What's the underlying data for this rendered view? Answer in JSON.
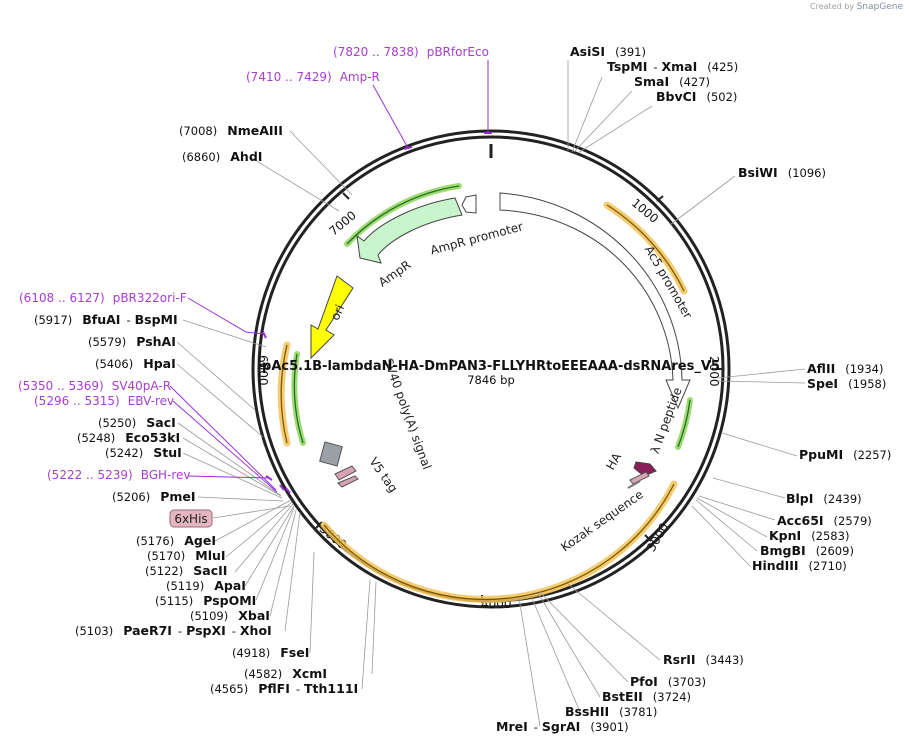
{
  "credit": {
    "prefix": "Created by",
    "brand": "SnapGene"
  },
  "plasmid": {
    "name": "pAc5.1B-lambdaN-HA-DmPAN3-FLLYHRtoEEEAAA-dsRNAres_V5",
    "length": "7846 bp"
  },
  "ticks": [
    "1000",
    "2000",
    "3000",
    "4000",
    "5000",
    "6000",
    "7000"
  ],
  "enzymes": [
    {
      "name": "AsiSI",
      "pos": "(391)"
    },
    {
      "name": "TspMI",
      "sep": "-",
      "name2": "XmaI",
      "pos": "(425)"
    },
    {
      "name": "SmaI",
      "pos": "(427)"
    },
    {
      "name": "BbvCI",
      "pos": "(502)"
    },
    {
      "name": "BsiWI",
      "pos": "(1096)"
    },
    {
      "name": "AflII",
      "pos": "(1934)"
    },
    {
      "name": "SpeI",
      "pos": "(1958)"
    },
    {
      "name": "PpuMI",
      "pos": "(2257)"
    },
    {
      "name": "BlpI",
      "pos": "(2439)"
    },
    {
      "name": "Acc65I",
      "pos": "(2579)"
    },
    {
      "name": "KpnI",
      "pos": "(2583)"
    },
    {
      "name": "BmgBI",
      "pos": "(2609)"
    },
    {
      "name": "HindIII",
      "pos": "(2710)"
    },
    {
      "name": "RsrII",
      "pos": "(3443)"
    },
    {
      "name": "PfoI",
      "pos": "(3703)"
    },
    {
      "name": "BstEII",
      "pos": "(3724)"
    },
    {
      "name": "BssHII",
      "pos": "(3781)"
    },
    {
      "name": "MreI",
      "sep": "-",
      "name2": "SgrAI",
      "pos": "(3901)"
    },
    {
      "name": "XcmI",
      "pos": "(4582)"
    },
    {
      "name": "PflFI",
      "sep": "-",
      "name2": "Tth111I",
      "pos": "(4565)"
    },
    {
      "name": "FseI",
      "pos": "(4918)"
    },
    {
      "name": "PaeR7I",
      "sep": "-",
      "name2": "PspXI",
      "sep2": "-",
      "name3": "XhoI",
      "pos": "(5103)"
    },
    {
      "name": "XbaI",
      "pos": "(5109)"
    },
    {
      "name": "PspOMI",
      "pos": "(5115)"
    },
    {
      "name": "ApaI",
      "pos": "(5119)"
    },
    {
      "name": "SacII",
      "pos": "(5122)"
    },
    {
      "name": "MluI",
      "pos": "(5170)"
    },
    {
      "name": "AgeI",
      "pos": "(5176)"
    },
    {
      "name": "PmeI",
      "pos": "(5206)"
    },
    {
      "name": "StuI",
      "pos": "(5242)"
    },
    {
      "name": "Eco53kI",
      "pos": "(5248)"
    },
    {
      "name": "SacI",
      "pos": "(5250)"
    },
    {
      "name": "HpaI",
      "pos": "(5406)"
    },
    {
      "name": "PshAI",
      "pos": "(5579)"
    },
    {
      "name": "BfuAI",
      "sep": "-",
      "name2": "BspMI",
      "pos": "(5917)"
    },
    {
      "name": "AhdI",
      "pos": "(6860)"
    },
    {
      "name": "NmeAIII",
      "pos": "(7008)"
    }
  ],
  "primers": [
    {
      "range": "(7820 .. 7838)",
      "name": "pBRforEco"
    },
    {
      "range": "(7410 .. 7429)",
      "name": "Amp-R"
    },
    {
      "range": "(6108 .. 6127)",
      "name": "pBR322ori-F"
    },
    {
      "range": "(5350 .. 5369)",
      "name": "SV40pA-R"
    },
    {
      "range": "(5296 .. 5315)",
      "name": "EBV-rev"
    },
    {
      "range": "(5222 .. 5239)",
      "name": "BGH-rev"
    }
  ],
  "features": {
    "ampr_promoter": "AmpR promoter",
    "ampr": "AmpR",
    "ori": "ori",
    "ac5": "Ac5 promoter",
    "sv40": "SV40 poly(A) signal",
    "v5": "V5 tag",
    "kozak": "Kozak sequence",
    "ha": "HA",
    "lambdaN": "λ N peptide",
    "his": "6xHis"
  },
  "colors": {
    "orf": "#f5c35a",
    "orf_arrow": "#7a5a00",
    "green": "#8fd45a",
    "green_arrow": "#1f6f1f",
    "ampr_fill": "#c8f5cc",
    "ori_fill": "#ffff00",
    "primer": "#9b30d9",
    "his_fill": "#e3b6c1"
  }
}
